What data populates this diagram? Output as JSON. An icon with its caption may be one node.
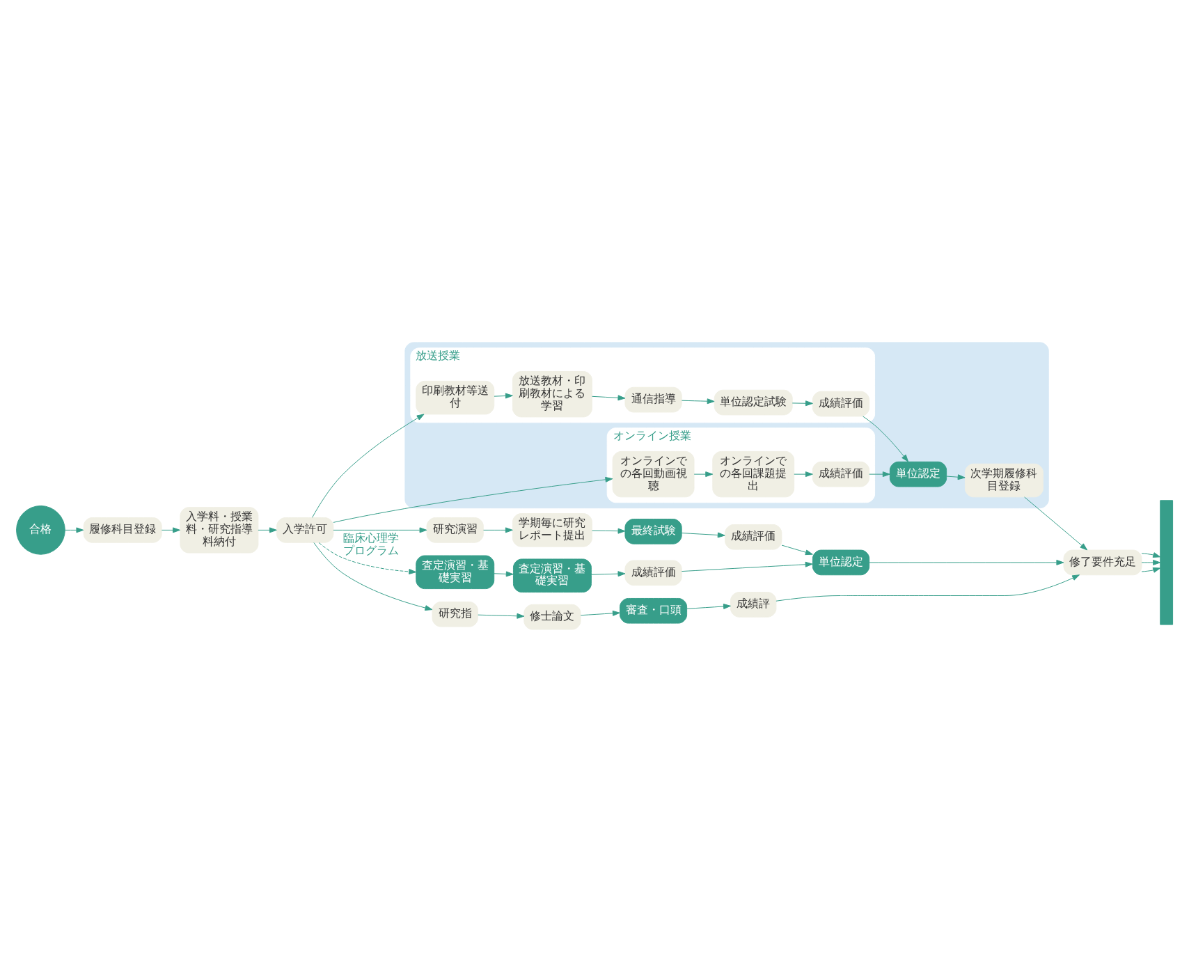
{
  "diagram": {
    "nodes": [
      {
        "text": [
          "合格"
        ]
      },
      {
        "text": [
          "履修科目登録"
        ]
      },
      {
        "text": [
          "入学料・授業料・研究指導料納付"
        ]
      },
      {
        "text": [
          "入学許可"
        ]
      },
      {
        "text": [],
        "shape": "box"
      },
      {
        "text": [
          "放送授業"
        ],
        "in": 4
      },
      {
        "text": [
          "印刷教材等送付"
        ],
        "in": 5
      },
      {
        "text": [
          "放送教材・印刷教材による学習"
        ],
        "in": 5
      },
      {
        "text": [
          "通信指導"
        ],
        "in": 5
      },
      {
        "text": [
          "単位認定試験"
        ],
        "in": 5
      },
      {
        "text": [
          "成績評価"
        ],
        "in": 5
      },
      {
        "text": [
          "オンライン授業"
        ],
        "in": 4
      },
      {
        "text": [
          "オンラインでの各回動画視聴"
        ],
        "in": 11
      },
      {
        "text": [
          "オンラインでの各回課題提出"
        ],
        "in": 11
      },
      {
        "text": [
          "成績評価"
        ],
        "in": 11
      },
      {
        "text": [
          "単位認定"
        ],
        "in": 4
      },
      {
        "text": [
          "次学期履修科目登録"
        ],
        "in": 4
      },
      {
        "text": [
          "修了要件充足"
        ]
      },
      {
        "text": [],
        "shape": "bar"
      },
      {
        "text": [
          "研究演習"
        ]
      },
      {
        "text": [
          "学期毎に研究レポート提出"
        ]
      },
      {
        "text": [
          "最終試験"
        ]
      },
      {
        "text": [
          "成績評価"
        ]
      },
      {
        "text": [
          "査定演習・基礎実習"
        ]
      },
      {
        "text": [
          "査定演習・基礎実習"
        ]
      },
      {
        "text": [
          "成績評価"
        ]
      },
      {
        "text": [
          "単位認定"
        ]
      },
      {
        "text": [
          "研究指"
        ]
      },
      {
        "text": [
          "修士論文"
        ]
      },
      {
        "text": [
          "審査・口頭"
        ]
      },
      {
        "text": [
          "成績評"
        ]
      }
    ],
    "edges": [
      {
        "from": 0,
        "to": 1,
        "arrow": "to"
      },
      {
        "from": 1,
        "to": 2,
        "arrow": "to"
      },
      {
        "from": 2,
        "to": 3,
        "arrow": "to"
      },
      {
        "from": 3,
        "to": 6,
        "arrow": "to"
      },
      {
        "from": 6,
        "to": 7,
        "arrow": "to"
      },
      {
        "from": 7,
        "to": 8,
        "arrow": "to"
      },
      {
        "from": 8,
        "to": 9,
        "arrow": "to"
      },
      {
        "from": 9,
        "to": 10,
        "arrow": "to"
      },
      {
        "from": 10,
        "to": 15,
        "arrow": "to"
      },
      {
        "from": 3,
        "to": 12,
        "arrow": "to"
      },
      {
        "from": 12,
        "to": 13,
        "arrow": "to"
      },
      {
        "from": 13,
        "to": 14,
        "arrow": "to"
      },
      {
        "from": 14,
        "to": 15,
        "arrow": "to"
      },
      {
        "from": 15,
        "to": 16,
        "arrow": "to"
      },
      {
        "from": 16,
        "to": 17,
        "arrow": "to"
      },
      {
        "from": 17,
        "to": 18,
        "arrow": "to"
      },
      {
        "from": 3,
        "to": 19,
        "arrow": "to"
      },
      {
        "from": 19,
        "to": 20,
        "arrow": "to"
      },
      {
        "from": 20,
        "to": 21,
        "arrow": "to"
      },
      {
        "from": 21,
        "to": 22,
        "arrow": "to"
      },
      {
        "from": 22,
        "to": 26,
        "arrow": "to"
      },
      {
        "from": 3,
        "to": 23,
        "arrow": "to",
        "style": "dashed",
        "label": "臨床心理学プログラム"
      },
      {
        "from": 23,
        "to": 24,
        "arrow": "to"
      },
      {
        "from": 24,
        "to": 25,
        "arrow": "to"
      },
      {
        "from": 25,
        "to": 26,
        "arrow": "to"
      },
      {
        "from": 26,
        "to": 17,
        "arrow": "to"
      },
      {
        "from": 17,
        "to": 18,
        "arrow": "to"
      },
      {
        "from": 3,
        "to": 27,
        "arrow": "to"
      },
      {
        "from": 27,
        "to": 28,
        "arrow": "to"
      },
      {
        "from": 28,
        "to": 29,
        "arrow": "to"
      },
      {
        "from": 29,
        "to": 30,
        "arrow": "to"
      },
      {
        "from": 30,
        "to": 17,
        "arrow": "to"
      },
      {
        "from": 17,
        "to": 18,
        "arrow": "to"
      }
    ]
  }
}
